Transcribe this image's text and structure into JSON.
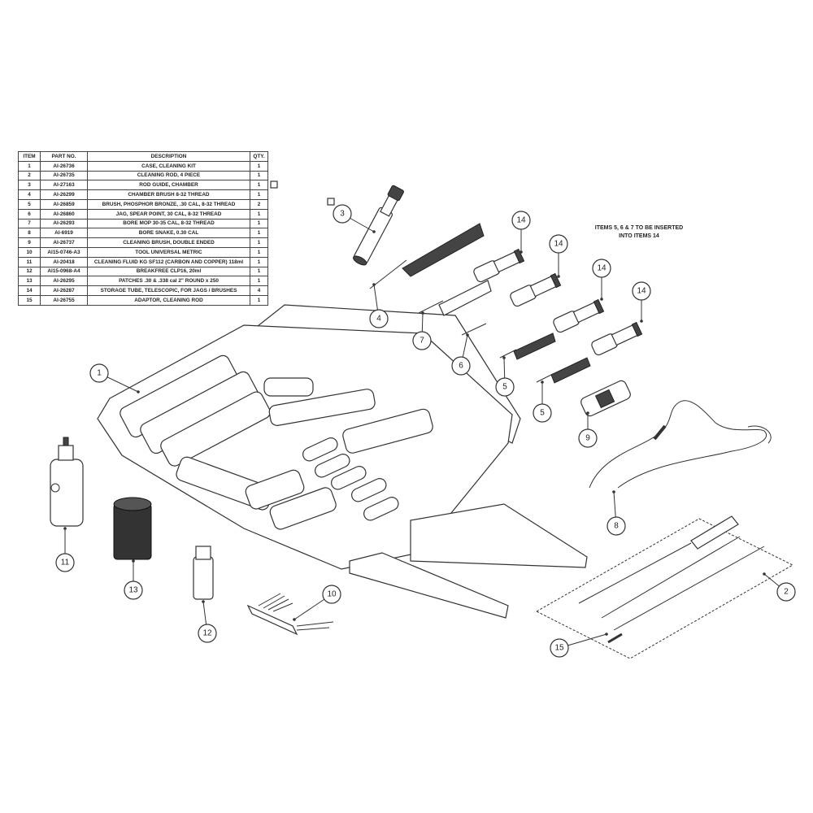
{
  "table": {
    "headers": [
      "ITEM",
      "PART NO.",
      "DESCRIPTION",
      "QTY."
    ],
    "rows": [
      [
        "1",
        "AI-26736",
        "CASE, CLEANING KIT",
        "1"
      ],
      [
        "2",
        "AI-26735",
        "CLEANING ROD, 4 PIECE",
        "1"
      ],
      [
        "3",
        "AI-27163",
        "ROD GUIDE, CHAMBER",
        "1"
      ],
      [
        "4",
        "AI-26299",
        "CHAMBER BRUSH 8-32 THREAD",
        "1"
      ],
      [
        "5",
        "AI-26859",
        "BRUSH, PHOSPHOR BRONZE, .30 CAL, 8-32 THREAD",
        "2"
      ],
      [
        "6",
        "AI-26860",
        "JAG, SPEAR POINT, 30 CAL, 8-32 THREAD",
        "1"
      ],
      [
        "7",
        "AI-26293",
        "BORE MOP 30-35 CAL, 8-32 THREAD",
        "1"
      ],
      [
        "8",
        "AI-6919",
        "BORE SNAKE, 0.30 CAL",
        "1"
      ],
      [
        "9",
        "AI-26737",
        "CLEANING BRUSH, DOUBLE ENDED",
        "1"
      ],
      [
        "10",
        "AI15-0746-A3",
        "TOOL UNIVERSAL METRIC",
        "1"
      ],
      [
        "11",
        "AI-20418",
        "CLEANING FLUID KG SF112 (CARBON AND COPPER) 118ml",
        "1"
      ],
      [
        "12",
        "AI15-0968-A4",
        "BREAKFREE CLP16, 20ml",
        "1"
      ],
      [
        "13",
        "AI-26295",
        "PATCHES .30 & .338 cal 2\" ROUND x 250",
        "1"
      ],
      [
        "14",
        "AI-26287",
        "STORAGE TUBE, TELESCOPIC, FOR JAGS / BRUSHES",
        "4"
      ],
      [
        "15",
        "AI-26755",
        "ADAPTOR, CLEANING ROD",
        "1"
      ]
    ]
  },
  "note": "ITEMS 5, 6 & 7 TO BE INSERTED INTO ITEMS 14",
  "balloons": [
    "1",
    "2",
    "3",
    "4",
    "5",
    "5",
    "6",
    "7",
    "8",
    "9",
    "10",
    "11",
    "12",
    "13",
    "14",
    "14",
    "14",
    "14",
    "15"
  ]
}
